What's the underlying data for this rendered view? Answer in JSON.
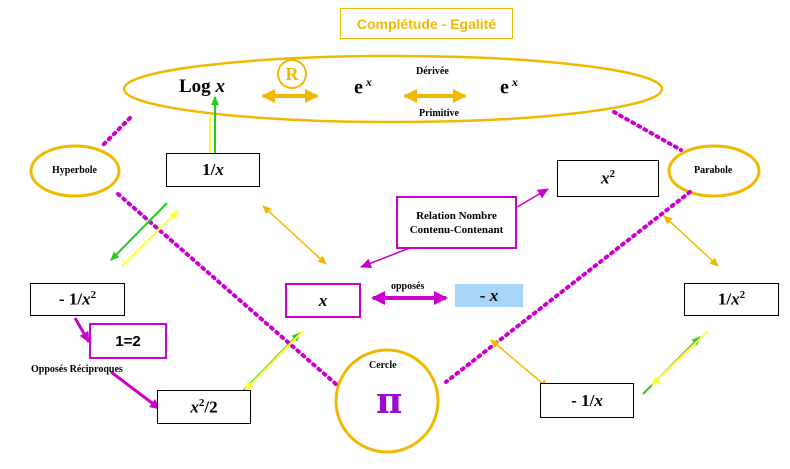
{
  "title": "Complétude - Egalité",
  "top": {
    "log": "Log",
    "r_symbol": "R",
    "exp_left": "e",
    "exp_right": "e",
    "derivee": "Dérivée",
    "primitive": "Primitive"
  },
  "hyperbole": "Hyperbole",
  "parabole": "Parabole",
  "cercle": "Cercle",
  "pi": "π",
  "relation": {
    "line1": "Relation Nombre",
    "line2": "Contenu-Contenant"
  },
  "opposes": "opposés",
  "opposes_reciproques": "Opposés Réciproques",
  "one_equals_two": "1=2",
  "colors": {
    "gold": "#f0b800",
    "magenta": "#cc00cc",
    "green": "#22cc22",
    "yellow": "#ffff33",
    "light_blue": "#a8d4f8"
  }
}
